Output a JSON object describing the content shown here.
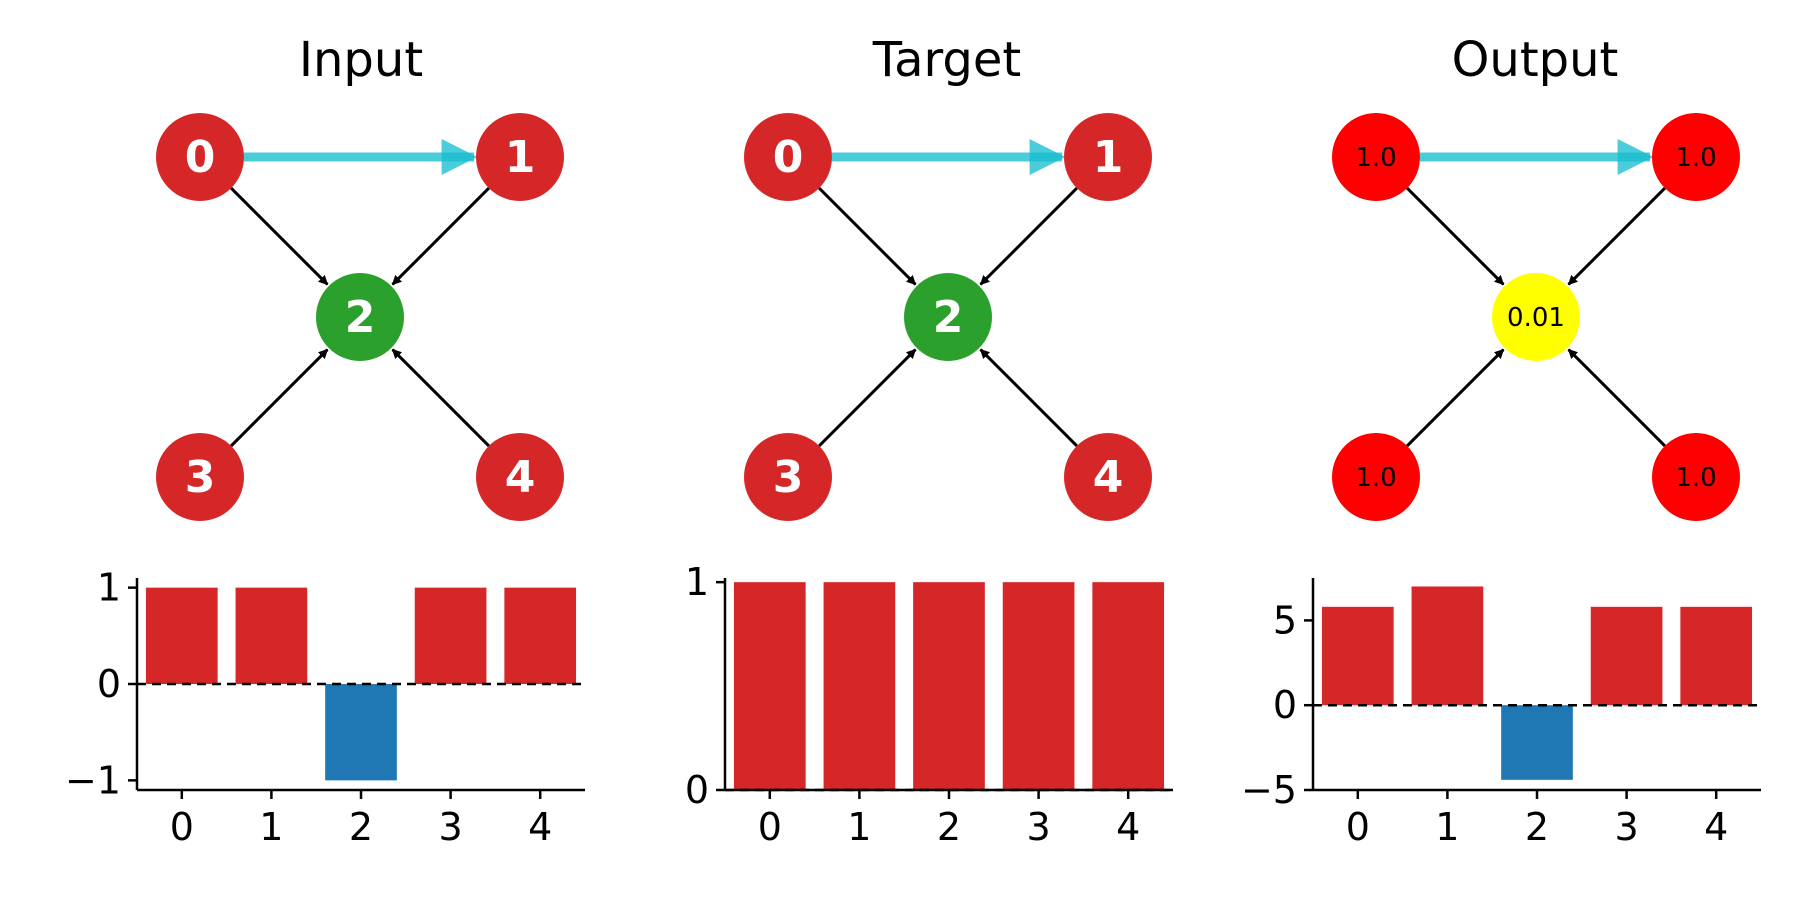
{
  "panels": [
    {
      "title": "Input",
      "node_labels": [
        "0",
        "1",
        "2",
        "3",
        "4"
      ],
      "node_label_style": "bold",
      "node_colors": [
        "#d62728",
        "#d62728",
        "#2ca02c",
        "#d62728",
        "#d62728"
      ]
    },
    {
      "title": "Target",
      "node_labels": [
        "0",
        "1",
        "2",
        "3",
        "4"
      ],
      "node_label_style": "bold",
      "node_colors": [
        "#d62728",
        "#d62728",
        "#2ca02c",
        "#d62728",
        "#d62728"
      ]
    },
    {
      "title": "Output",
      "node_labels": [
        "1.0",
        "1.0",
        "0.01",
        "1.0",
        "1.0"
      ],
      "node_label_style": "small",
      "node_colors": [
        "#ff0000",
        "#ff0000",
        "#ffff00",
        "#ff0000",
        "#ff0000"
      ]
    }
  ],
  "graph": {
    "edges": [
      [
        0,
        2
      ],
      [
        1,
        2
      ],
      [
        3,
        2
      ],
      [
        4,
        2
      ]
    ],
    "highlight_edge": [
      0,
      1
    ],
    "highlight_color": "#17becf"
  },
  "colors": {
    "positive_bar": "#d62728",
    "negative_bar": "#1f77b4",
    "edge": "#000000"
  },
  "chart_data": [
    {
      "type": "bar",
      "categories": [
        "0",
        "1",
        "2",
        "3",
        "4"
      ],
      "values": [
        1,
        1,
        -1,
        1,
        1
      ],
      "ylim": [
        -1.1,
        1.1
      ],
      "yticks": [
        -1,
        0,
        1
      ],
      "ytick_labels": [
        "−1",
        "0",
        "1"
      ],
      "zero_line": "dashed"
    },
    {
      "type": "bar",
      "categories": [
        "0",
        "1",
        "2",
        "3",
        "4"
      ],
      "values": [
        1,
        1,
        1,
        1,
        1
      ],
      "ylim": [
        0,
        1.02
      ],
      "yticks": [
        0,
        1
      ],
      "ytick_labels": [
        "0",
        "1"
      ],
      "zero_line": "dashed"
    },
    {
      "type": "bar",
      "categories": [
        "0",
        "1",
        "2",
        "3",
        "4"
      ],
      "values": [
        5.8,
        7.0,
        -4.4,
        5.8,
        5.8
      ],
      "ylim": [
        -5,
        7.5
      ],
      "yticks": [
        -5,
        0,
        5
      ],
      "ytick_labels": [
        "−5",
        "0",
        "5"
      ],
      "zero_line": "dashed"
    }
  ]
}
